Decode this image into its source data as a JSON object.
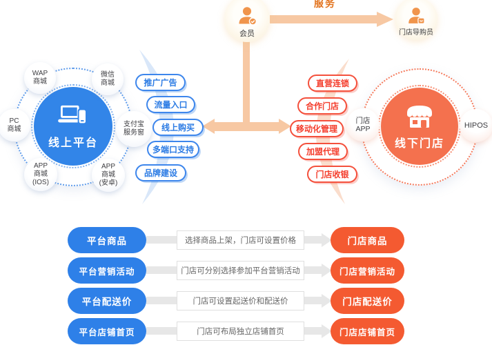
{
  "top": {
    "member": {
      "label": "会员"
    },
    "arrow_label": "服务",
    "guide": {
      "label": "门店导购员"
    }
  },
  "online": {
    "title": "线上平台",
    "satellites": [
      {
        "lines": [
          "WAP",
          "商城"
        ]
      },
      {
        "lines": [
          "微信",
          "商城"
        ]
      },
      {
        "lines": [
          "PC",
          "商城"
        ]
      },
      {
        "lines": [
          "支付宝",
          "服务窗"
        ]
      },
      {
        "lines": [
          "APP",
          "商城",
          "(IOS)"
        ]
      },
      {
        "lines": [
          "APP",
          "商城",
          "(安卓)"
        ]
      }
    ],
    "features": [
      "推广广告",
      "流量入口",
      "线上购买",
      "多端口支持",
      "品牌建设"
    ]
  },
  "offline": {
    "title": "线下门店",
    "satellites": [
      {
        "lines": [
          "门店",
          "APP"
        ]
      },
      {
        "lines": [
          "HIPOS"
        ]
      }
    ],
    "features": [
      "直营连锁",
      "合作门店",
      "移动化管理",
      "加盟代理",
      "门店收银"
    ]
  },
  "sync_rows": [
    {
      "left": "平台商品",
      "desc": "选择商品上架，门店可设置价格",
      "right": "门店商品"
    },
    {
      "left": "平台营销活动",
      "desc": "门店可分别选择参加平台营销活动",
      "right": "门店营销活动"
    },
    {
      "left": "平台配送价",
      "desc": "门店可设置起送价和配送价",
      "right": "门店配送价"
    },
    {
      "left": "平台店铺首页",
      "desc": "门店可布局独立店铺首页",
      "right": "门店店铺首页"
    }
  ],
  "colors": {
    "blue_core": "#3285E8",
    "blue_pill_accent": "#2B7BE4",
    "blue_crescent": "#D9E7F9",
    "orange_core": "#F4714E",
    "orange_row": "#F45A31",
    "red_pill_accent": "#F4503C",
    "pink_crescent": "#FADDCC",
    "peach_arrow": "#F7C8A3",
    "gray_arrow": "#E7E7E7"
  }
}
